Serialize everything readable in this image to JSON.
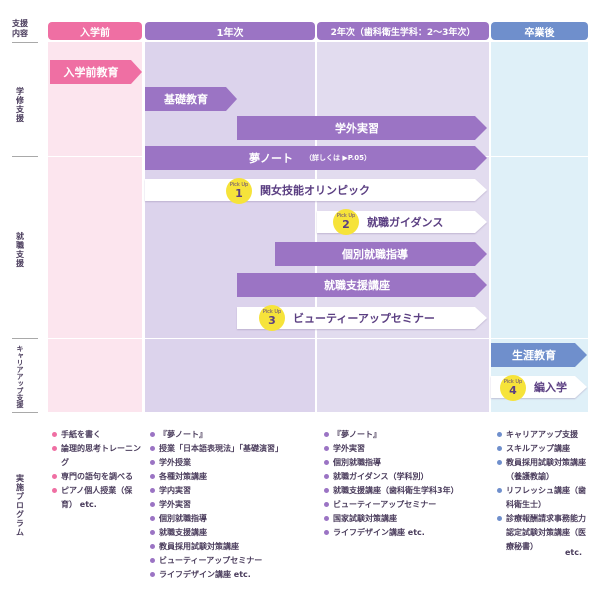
{
  "row_labels": {
    "support_content": "支援内容",
    "academic_support": "学修支援",
    "job_support": "就職支援",
    "career_up_support": "キャリアアップ支援",
    "programs": "実施プログラム"
  },
  "columns": {
    "pre": "入学前",
    "year1": "1年次",
    "year2": "2年次（歯科衛生学科：2〜3年次）",
    "after": "卒業後"
  },
  "colors": {
    "pink": "#ef6fa3",
    "purple": "#9b74c4",
    "blue": "#6f8fcc",
    "pink_bg": "#fce5ee",
    "purple_bg1": "#dcd3ec",
    "purple_bg2": "#e2dcef",
    "blue_bg": "#dff0f8",
    "badge": "#f6e33a"
  },
  "arrows": {
    "pre_education": "入学前教育",
    "basic_education": "基礎教育",
    "off_campus_training": "学外実習",
    "dream_note": "夢ノート",
    "dream_note_ref": "（詳しくは ▶P.05）",
    "skills_olympic": "関女技能オリンピック",
    "job_guidance": "就職ガイダンス",
    "individual_guidance": "個別就職指導",
    "job_support_course": "就職支援講座",
    "beauty_seminar": "ビューティーアップセミナー",
    "lifelong_education": "生涯教育",
    "transfer": "編入学"
  },
  "pickup": {
    "label": "Pick Up",
    "n1": "1",
    "n2": "2",
    "n3": "3",
    "n4": "4"
  },
  "programs": {
    "pre": [
      "手紙を書く",
      "論理的思考トレーニング",
      "専門の語句を調べる",
      "ピアノ個人授業（保育） etc."
    ],
    "year1": [
      "『夢ノート』",
      "授業「日本語表現法」「基礎演習」",
      "学外授業",
      "各種対策講座",
      "学内実習",
      "学外実習",
      "個別就職指導",
      "就職支援講座",
      "教員採用試験対策講座",
      "ビューティーアップセミナー",
      "ライフデザイン講座 etc."
    ],
    "year2": [
      "『夢ノート』",
      "学外実習",
      "個別就職指導",
      "就職ガイダンス（学科別）",
      "就職支援講座（歯科衛生学科3年）",
      "ビューティーアップセミナー",
      "国家試験対策講座",
      "ライフデザイン講座 etc."
    ],
    "after": [
      "キャリアアップ支援",
      "スキルアップ講座",
      "教員採用試験対策講座（養護教諭）",
      "リフレッシュ講座（歯科衛生士）",
      "診療報酬請求事務能力認定試験対策講座（医療秘書）"
    ],
    "after_etc": "etc."
  }
}
